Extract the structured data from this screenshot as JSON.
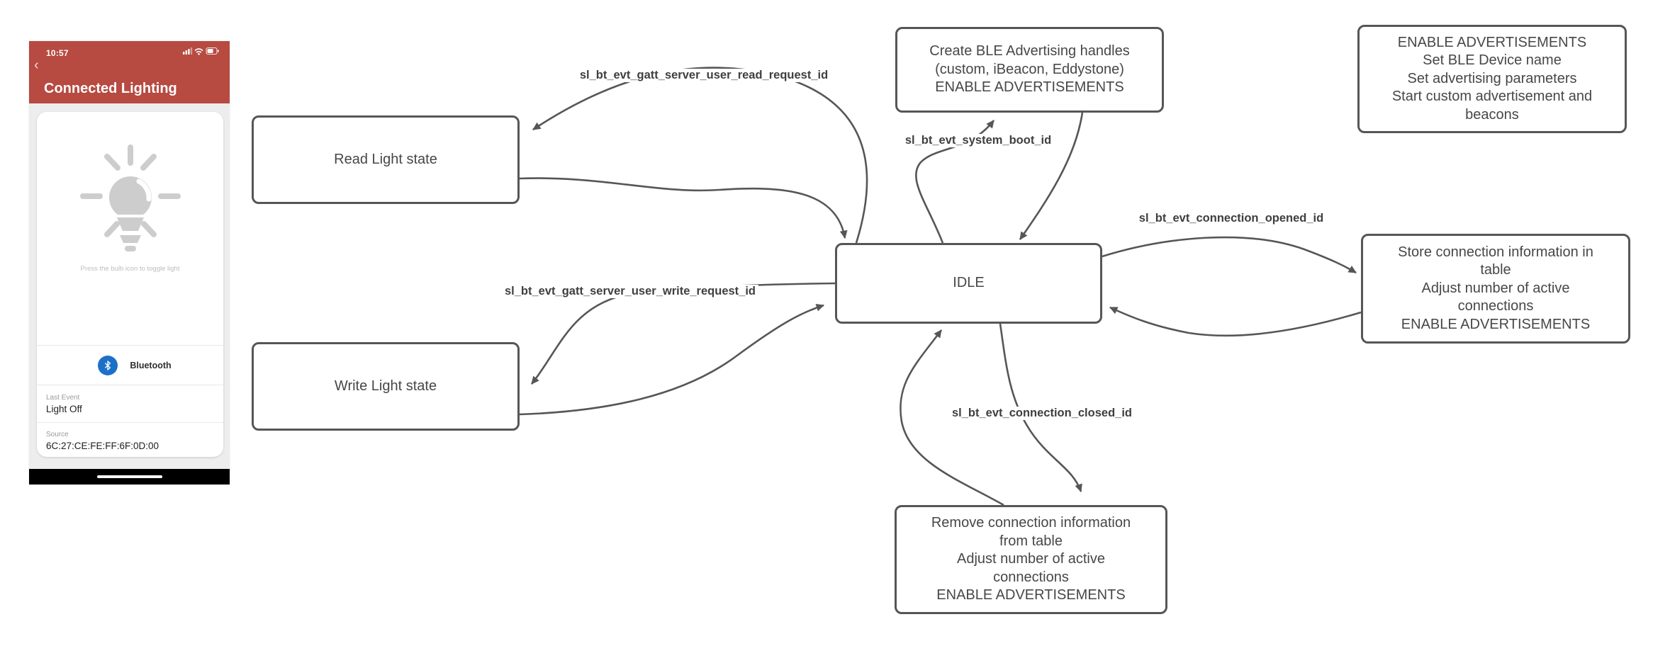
{
  "colors": {
    "header_red": "#b74a41",
    "bluetooth_blue": "#1d70c8",
    "diagram_stroke": "#565656",
    "bulb_gray": "#cdcdcd"
  },
  "phone": {
    "status_time": "10:57",
    "back_glyph": "‹",
    "title": "Connected Lighting",
    "bulb_caption": "Press the bulb icon to toggle light",
    "bluetooth_label": "Bluetooth",
    "last_event_label": "Last Event",
    "last_event_value": "Light Off",
    "source_label": "Source",
    "source_value": "6C:27:CE:FE:FF:6F:0D:00"
  },
  "diagram": {
    "nodes": {
      "read": {
        "text": "Read Light state"
      },
      "write": {
        "text": "Write Light state"
      },
      "idle": {
        "text": "IDLE"
      },
      "create": {
        "text": "Create BLE Advertising handles\n(custom, iBeacon, Eddystone)\nENABLE ADVERTISEMENTS"
      },
      "note": {
        "text": "ENABLE ADVERTISEMENTS\nSet BLE Device name\nSet advertising parameters\nStart custom advertisement and\nbeacons"
      },
      "store": {
        "text": "Store connection information in\ntable\nAdjust number of active\nconnections\nENABLE ADVERTISEMENTS"
      },
      "remove": {
        "text": "Remove connection information\nfrom table\nAdjust number of active\nconnections\nENABLE ADVERTISEMENTS"
      }
    },
    "edges": {
      "read": {
        "label": "sl_bt_evt_gatt_server_user_read_request_id"
      },
      "write": {
        "label": "sl_bt_evt_gatt_server_user_write_request_id"
      },
      "boot": {
        "label": "sl_bt_evt_system_boot_id"
      },
      "opened": {
        "label": "sl_bt_evt_connection_opened_id"
      },
      "closed": {
        "label": "sl_bt_evt_connection_closed_id"
      }
    }
  }
}
